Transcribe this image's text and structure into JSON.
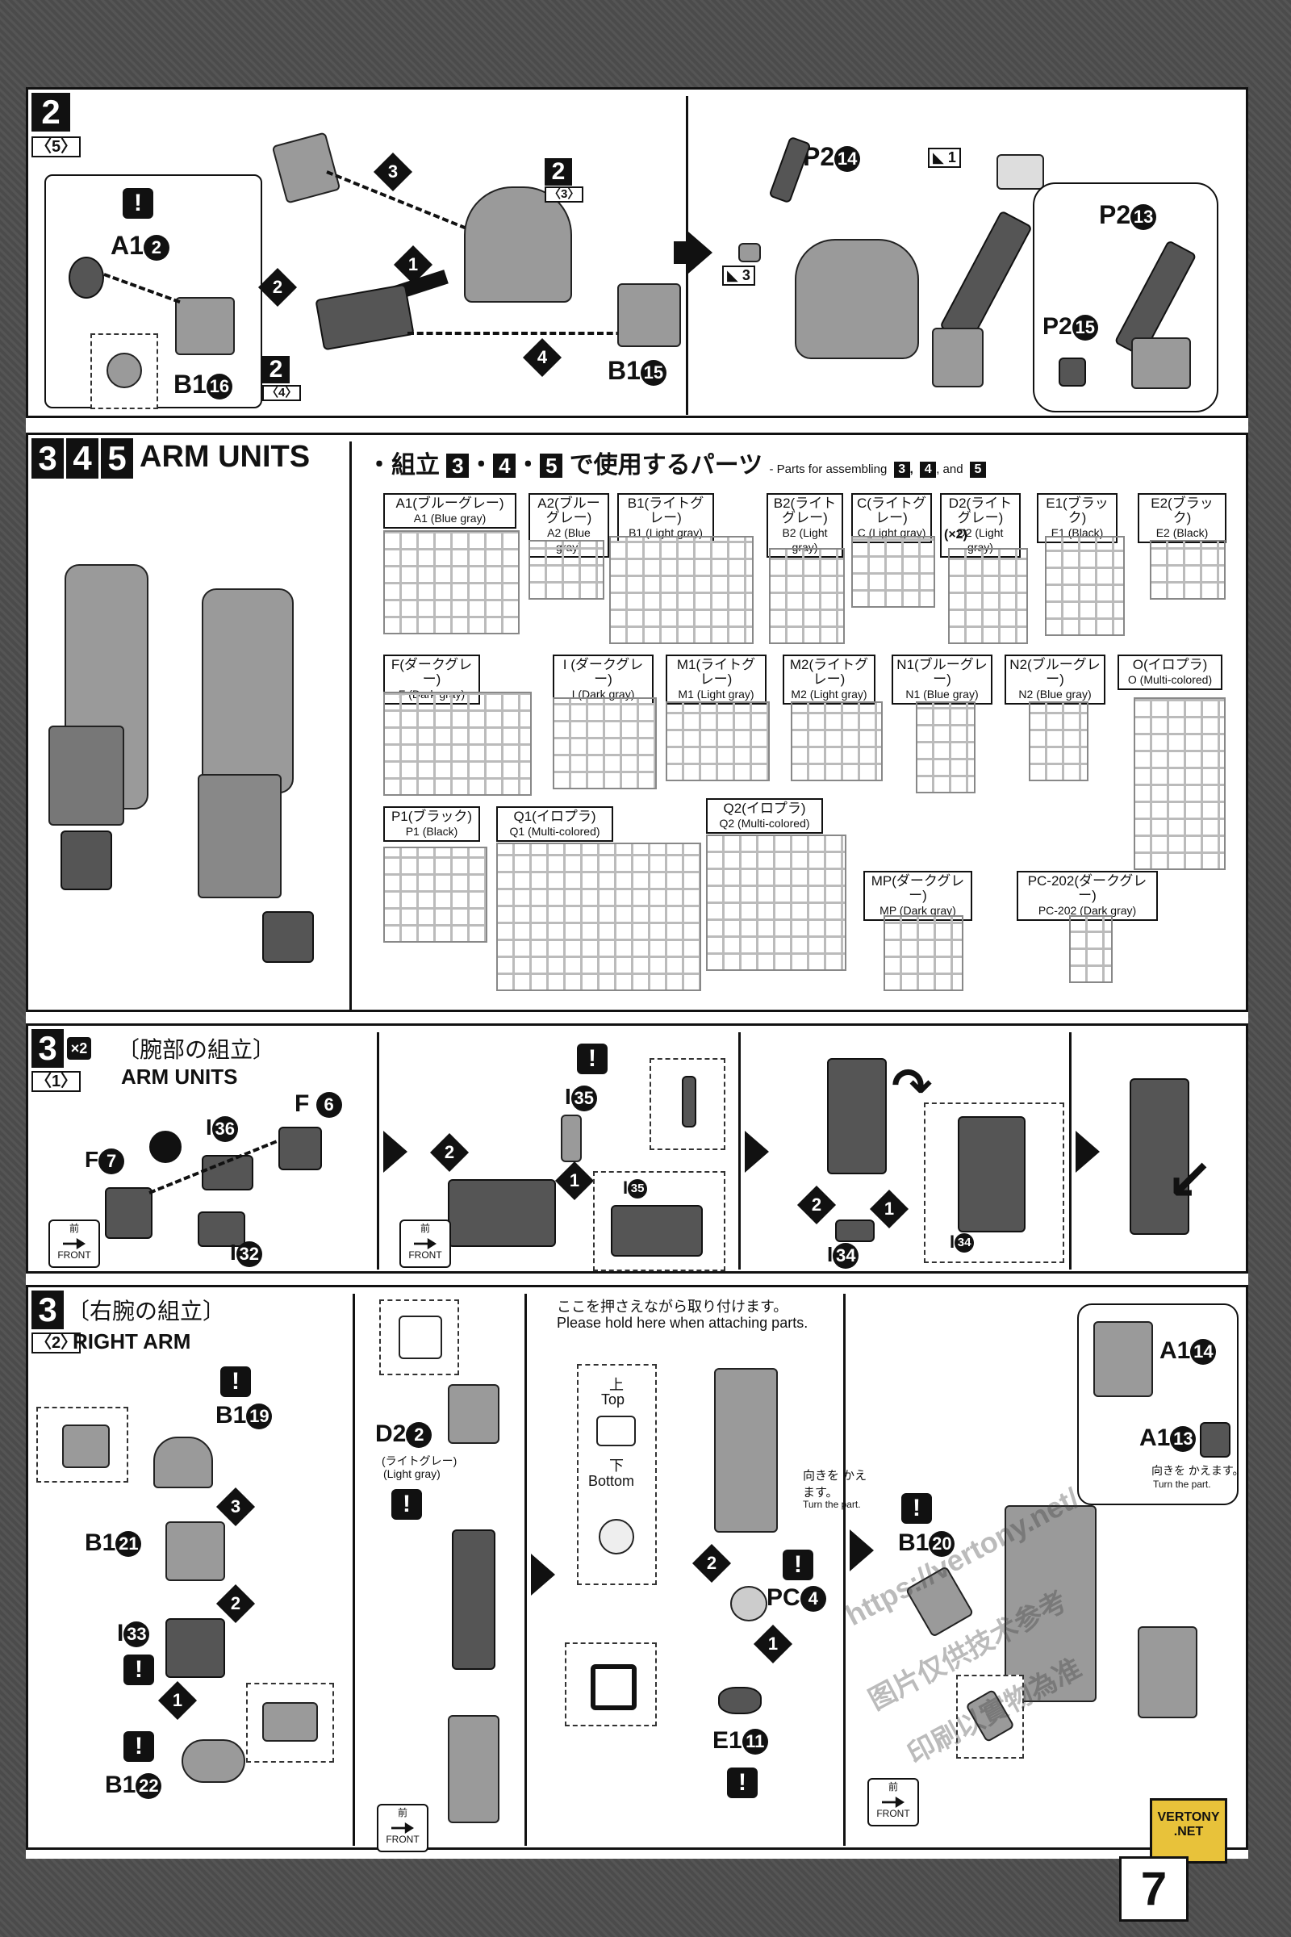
{
  "page_number": "7",
  "sections": {
    "s2": {
      "step": "2",
      "sub": "5",
      "parts": {
        "a1_2": "A1",
        "a1_2_num": "2",
        "b1_16": "B1",
        "b1_16_num": "16",
        "b1_15": "B1",
        "b1_15_num": "15",
        "p2_14": "P2",
        "p2_14_num": "14",
        "p2_13": "P2",
        "p2_13_num": "13",
        "p2_15": "P2",
        "p2_15_num": "15",
        "ref3": "2",
        "ref3_sub": "3",
        "ref4": "2",
        "ref4_sub": "4",
        "tag1": "1",
        "tag3": "3"
      },
      "steps": [
        "1",
        "2",
        "3",
        "4"
      ]
    },
    "s345": {
      "digits": [
        "3",
        "4",
        "5"
      ],
      "title": "ARM UNITS",
      "parts_heading_jp": "・組立",
      "parts_heading_jp_tail": "で使用するパーツ",
      "parts_heading_en": "- Parts for assembling",
      "parts_heading_and": ", and",
      "runners": [
        {
          "jp": "A1(ブルーグレー)",
          "en": "A1 (Blue gray)"
        },
        {
          "jp": "A2(ブルーグレー)",
          "en": "A2 (Blue gray)"
        },
        {
          "jp": "B1(ライトグレー)",
          "en": "B1 (Light gray)"
        },
        {
          "jp": "B2(ライトグレー)",
          "en": "B2 (Light gray)"
        },
        {
          "jp": "C(ライトグレー)",
          "en": "C (Light gray)"
        },
        {
          "jp": "D2(ライトグレー)",
          "en": "D2 (Light gray)"
        },
        {
          "jp": "E1(ブラック)",
          "en": "E1 (Black)"
        },
        {
          "jp": "E2(ブラック)",
          "en": "E2 (Black)"
        },
        {
          "jp": "F(ダークグレー)",
          "en": "F (Dark gray)"
        },
        {
          "jp": "I (ダークグレー)",
          "en": "I (Dark gray)"
        },
        {
          "jp": "M1(ライトグレー)",
          "en": "M1 (Light gray)"
        },
        {
          "jp": "M2(ライトグレー)",
          "en": "M2 (Light gray)"
        },
        {
          "jp": "N1(ブルーグレー)",
          "en": "N1 (Blue gray)"
        },
        {
          "jp": "N2(ブルーグレー)",
          "en": "N2 (Blue gray)"
        },
        {
          "jp": "O(イロプラ)",
          "en": "O (Multi-colored)"
        },
        {
          "jp": "P1(ブラック)",
          "en": "P1 (Black)"
        },
        {
          "jp": "Q1(イロプラ)",
          "en": "Q1 (Multi-colored)"
        },
        {
          "jp": "Q2(イロプラ)",
          "en": "Q2 (Multi-colored)"
        },
        {
          "jp": "MP(ダークグレー)",
          "en": "MP (Dark gray)"
        },
        {
          "jp": "PC-202(ダークグレー)",
          "en": "PC-202 (Dark gray)"
        }
      ],
      "d2_multiplier": "(×2)"
    },
    "s3a": {
      "step": "3",
      "mult": "×2",
      "sub": "1",
      "title_jp": "〔腕部の組立〕",
      "title_en": "ARM UNITS",
      "f6": "F",
      "f6_num": "6",
      "f7": "F",
      "f7_num": "7",
      "i36": "I",
      "i36_num": "36",
      "i32": "I",
      "i32_num": "32",
      "i35": "I",
      "i35_num": "35",
      "i35b": "I",
      "i35b_num": "35",
      "i34": "I",
      "i34_num": "34",
      "i34b": "I",
      "i34b_num": "34",
      "front_jp": "前",
      "front_en": "FRONT"
    },
    "s3b": {
      "step": "3",
      "sub": "2",
      "title_jp": "〔右腕の組立〕",
      "title_en": "RIGHT ARM",
      "b1_19": "B1",
      "b1_19_num": "19",
      "b1_21": "B1",
      "b1_21_num": "21",
      "i33": "I",
      "i33_num": "33",
      "b1_22": "B1",
      "b1_22_num": "22",
      "d2_2": "D2",
      "d2_2_num": "2",
      "d2_color_jp": "(ライトグレー)",
      "d2_color_en": "(Light gray)",
      "hold_jp": "ここを押さえながら取り付けます。",
      "hold_en": "Please hold here when attaching parts.",
      "top_jp": "上",
      "top_en": "Top",
      "bottom_jp": "下",
      "bottom_en": "Bottom",
      "pc4": "PC",
      "pc4_num": "4",
      "e1_11": "E1",
      "e1_11_num": "11",
      "turn_jp": "向きを かえます。",
      "turn_en": "Turn the part.",
      "b1_20": "B1",
      "b1_20_num": "20",
      "a1_14": "A1",
      "a1_14_num": "14",
      "a1_13": "A1",
      "a1_13_num": "13",
      "turn2_jp": "向きを かえます。",
      "turn2_en": "Turn the part.",
      "front_jp": "前",
      "front_en": "FRONT",
      "front2_jp": "前",
      "front2_en": "FRONT"
    }
  },
  "watermark": {
    "url": "https://vertony.net/",
    "cn1": "图片仅供技术参考",
    "cn2": "印刷以實物為准",
    "badge_top": "VERTONY",
    "badge_bottom": ".NET"
  }
}
